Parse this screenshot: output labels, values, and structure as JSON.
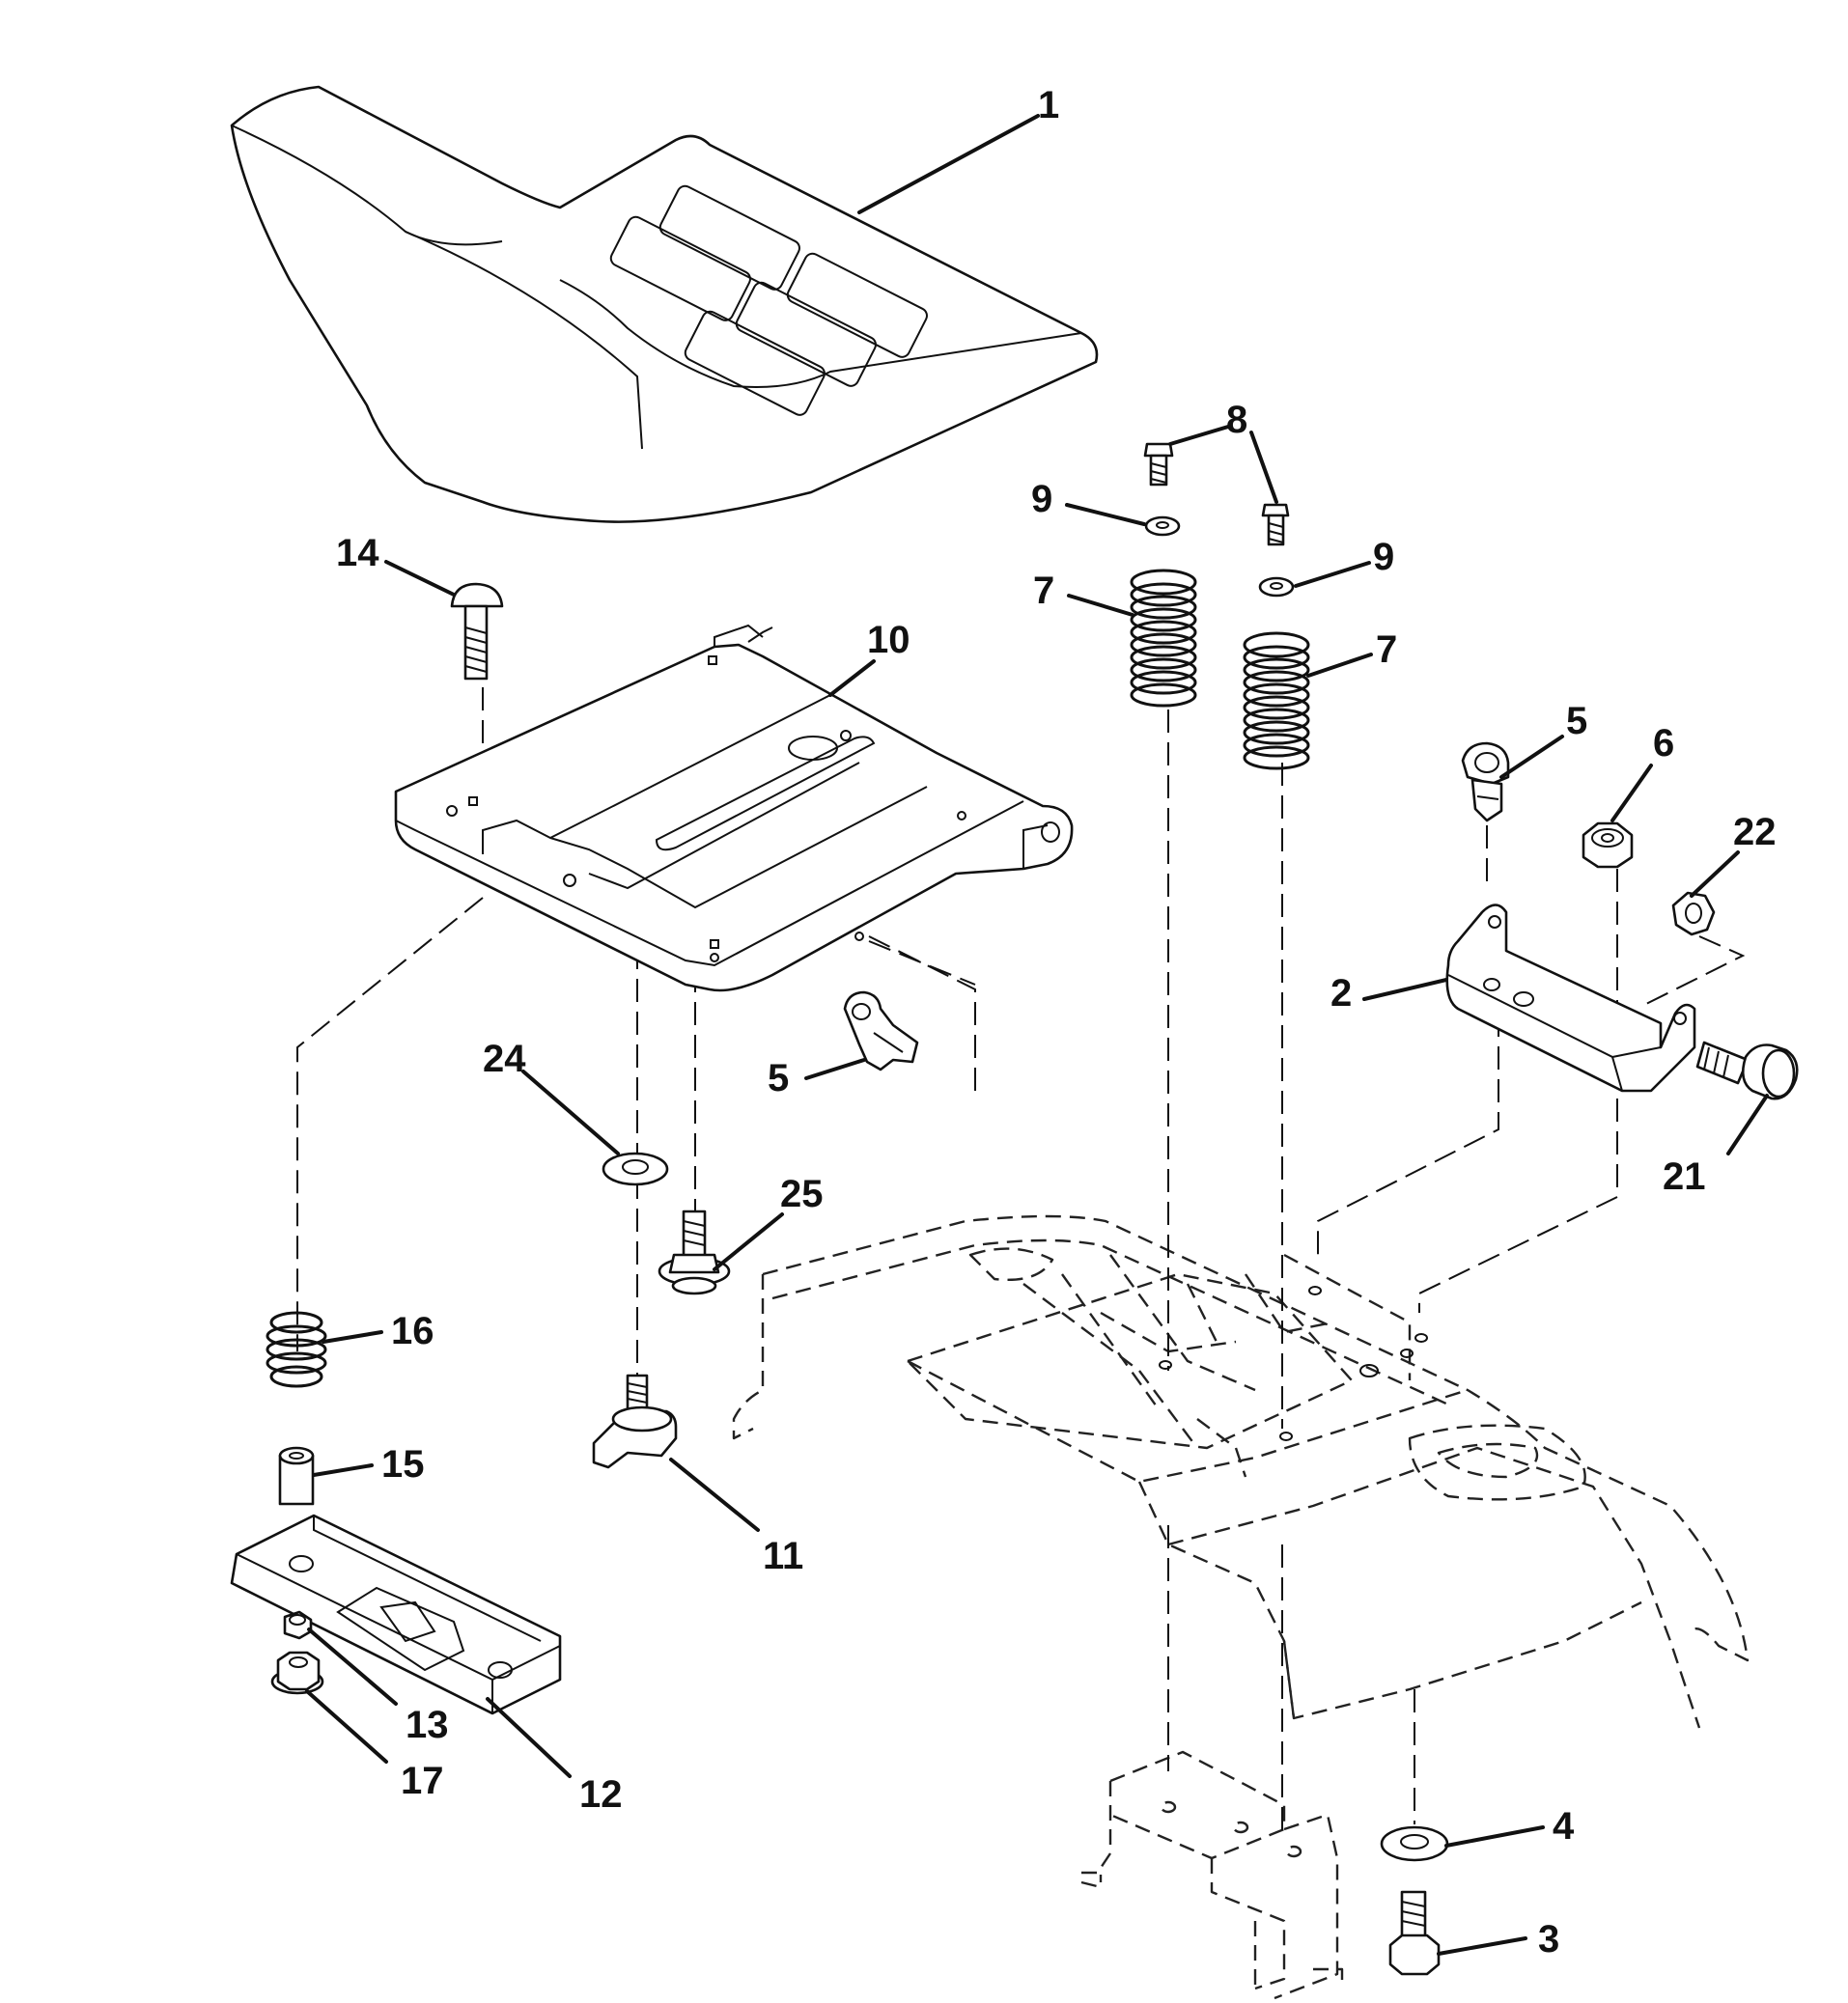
{
  "callouts": {
    "c1": "1",
    "c2": "2",
    "c3": "3",
    "c4": "4",
    "c5a": "5",
    "c5b": "5",
    "c6": "6",
    "c7a": "7",
    "c7b": "7",
    "c8": "8",
    "c9a": "9",
    "c9b": "9",
    "c10": "10",
    "c11": "11",
    "c12": "12",
    "c13": "13",
    "c14": "14",
    "c15": "15",
    "c16": "16",
    "c17": "17",
    "c21": "21",
    "c22": "22",
    "c24": "24",
    "c25": "25"
  }
}
